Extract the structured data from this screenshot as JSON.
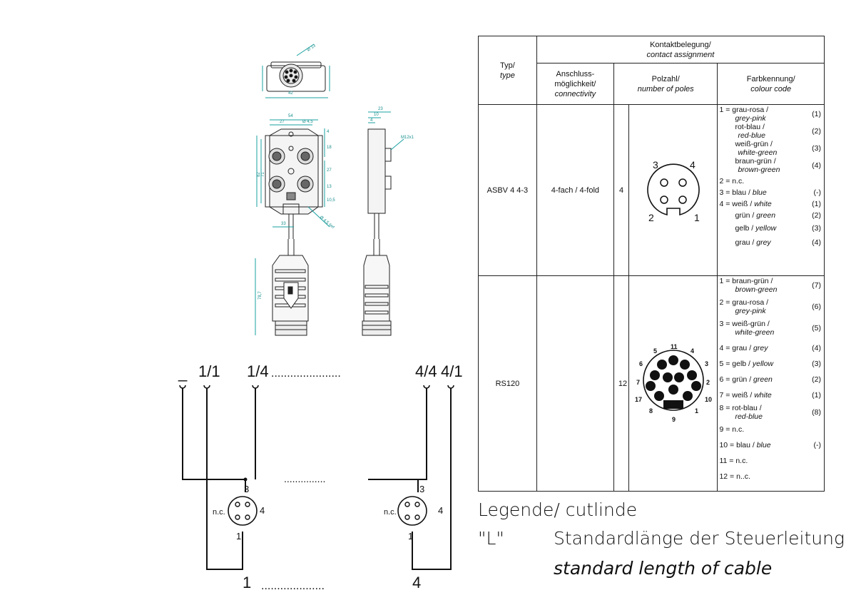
{
  "table": {
    "header_contact": "Kontaktbelegung/",
    "header_contact_en": "contact assignment",
    "header_type": "Typ/",
    "header_type_en": "type",
    "header_conn_1": "Anschluss-",
    "header_conn_2": "möglichkeit/",
    "header_conn_en": "connectivity",
    "header_poles": "Polzahl/",
    "header_poles_en": "number of poles",
    "header_colour": "Farbkennung/",
    "header_colour_en": "colour code",
    "rows": [
      {
        "type": "ASBV 4 4-3",
        "connectivity": "4-fach / 4-fold",
        "poles": "4",
        "pin_labels": [
          "3",
          "4",
          "2",
          "1"
        ],
        "colours": [
          {
            "de": "1 = grau-rosa /",
            "en": "grey-pink",
            "num": "(1)"
          },
          {
            "de": "rot-blau /",
            "en": "red-blue",
            "num": "(2)"
          },
          {
            "de": "weiß-grün /",
            "en": "white-green",
            "num": "(3)"
          },
          {
            "de": "braun-grün /",
            "en": "brown-green",
            "num": "(4)"
          },
          {
            "de": "2 = n.c.",
            "en": "",
            "num": ""
          },
          {
            "de": "3 = blau / ",
            "en": "blue",
            "num": "(-)"
          },
          {
            "de": "4 = weiß / ",
            "en": "white",
            "num": "(1)"
          },
          {
            "de": "grün / ",
            "en": "green",
            "num": "(2)"
          },
          {
            "de": "gelb / ",
            "en": "yellow",
            "num": "(3)"
          },
          {
            "de": "grau / ",
            "en": "grey",
            "num": "(4)"
          }
        ]
      },
      {
        "type": "RS120",
        "connectivity": "",
        "poles": "12",
        "pin_labels": [
          "11",
          "5",
          "4",
          "6",
          "3",
          "7",
          "2",
          "17",
          "10",
          "8",
          "1",
          "9"
        ],
        "colours": [
          {
            "de": "1 = braun-grün /",
            "en": "brown-green",
            "num": "(7)"
          },
          {
            "de": "2  = grau-rosa /",
            "en": "grey-pink",
            "num": "(6)"
          },
          {
            "de": "3 = weiß-grün /",
            "en": "white-green",
            "num": "(5)"
          },
          {
            "de": "4 = grau / ",
            "en": "grey",
            "num": "(4)"
          },
          {
            "de": "5 = gelb / ",
            "en": "yellow",
            "num": "(3)"
          },
          {
            "de": "6 = grün / ",
            "en": "green",
            "num": "(2)"
          },
          {
            "de": "7 = weiß / ",
            "en": "white",
            "num": "(1)"
          },
          {
            "de": "8 = rot-blau /",
            "en": "red-blue",
            "num": "(8)"
          },
          {
            "de": "9 = n.c.",
            "en": "",
            "num": ""
          },
          {
            "de": "10 = blau / ",
            "en": "blue",
            "num": "(-)"
          },
          {
            "de": "11 = n.c.",
            "en": "",
            "num": ""
          },
          {
            "de": "12 = n..c.",
            "en": "",
            "num": ""
          }
        ]
      }
    ]
  },
  "legend": {
    "title": "Legende/ cutlinde",
    "code": "\"L\"",
    "description_de": "Standardlänge der Steuerleitung",
    "description_en": "standard length of cable"
  },
  "wiring": {
    "top_labels": [
      "_",
      "1/1",
      "1/4",
      "4/4",
      "4/1"
    ],
    "top_dots": "......................",
    "mid_dots": "...............",
    "bottom_left": "1",
    "bottom_right": "4",
    "bottom_dots": "....................",
    "pin_labels": [
      "3",
      "4",
      "1"
    ],
    "nc_label": "n.c."
  },
  "drawing": {
    "dimensions": [
      "Ø 13",
      "42",
      "54",
      "27",
      "Ø 4,5",
      "4",
      "18",
      "27",
      "71",
      "82",
      "13",
      "10,5",
      "33",
      "Ø 4,5 tief",
      "23",
      "10",
      "4",
      "M12x1",
      "78,7"
    ]
  }
}
